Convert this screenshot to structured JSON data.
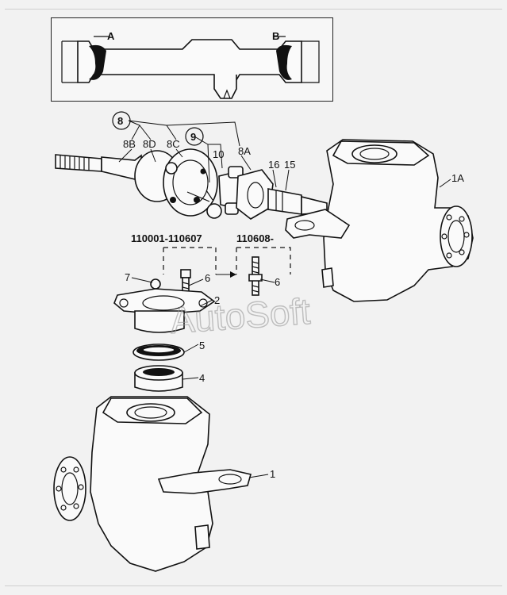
{
  "inset": {
    "label_left": "A",
    "label_right": "B"
  },
  "callouts": {
    "c8": "8",
    "c8b": "8B",
    "c8d": "8D",
    "c8c": "8C",
    "c9": "9",
    "c10": "10",
    "c8a": "8A",
    "c16": "16",
    "c15": "15",
    "c1a": "1A",
    "c7": "7",
    "c6a": "6",
    "c2": "2",
    "c6b": "6",
    "c5": "5",
    "c4": "4",
    "c1": "1"
  },
  "serial_ranges": {
    "early": "110001-110607",
    "late": "110608-"
  },
  "watermark": "AutoSoft"
}
